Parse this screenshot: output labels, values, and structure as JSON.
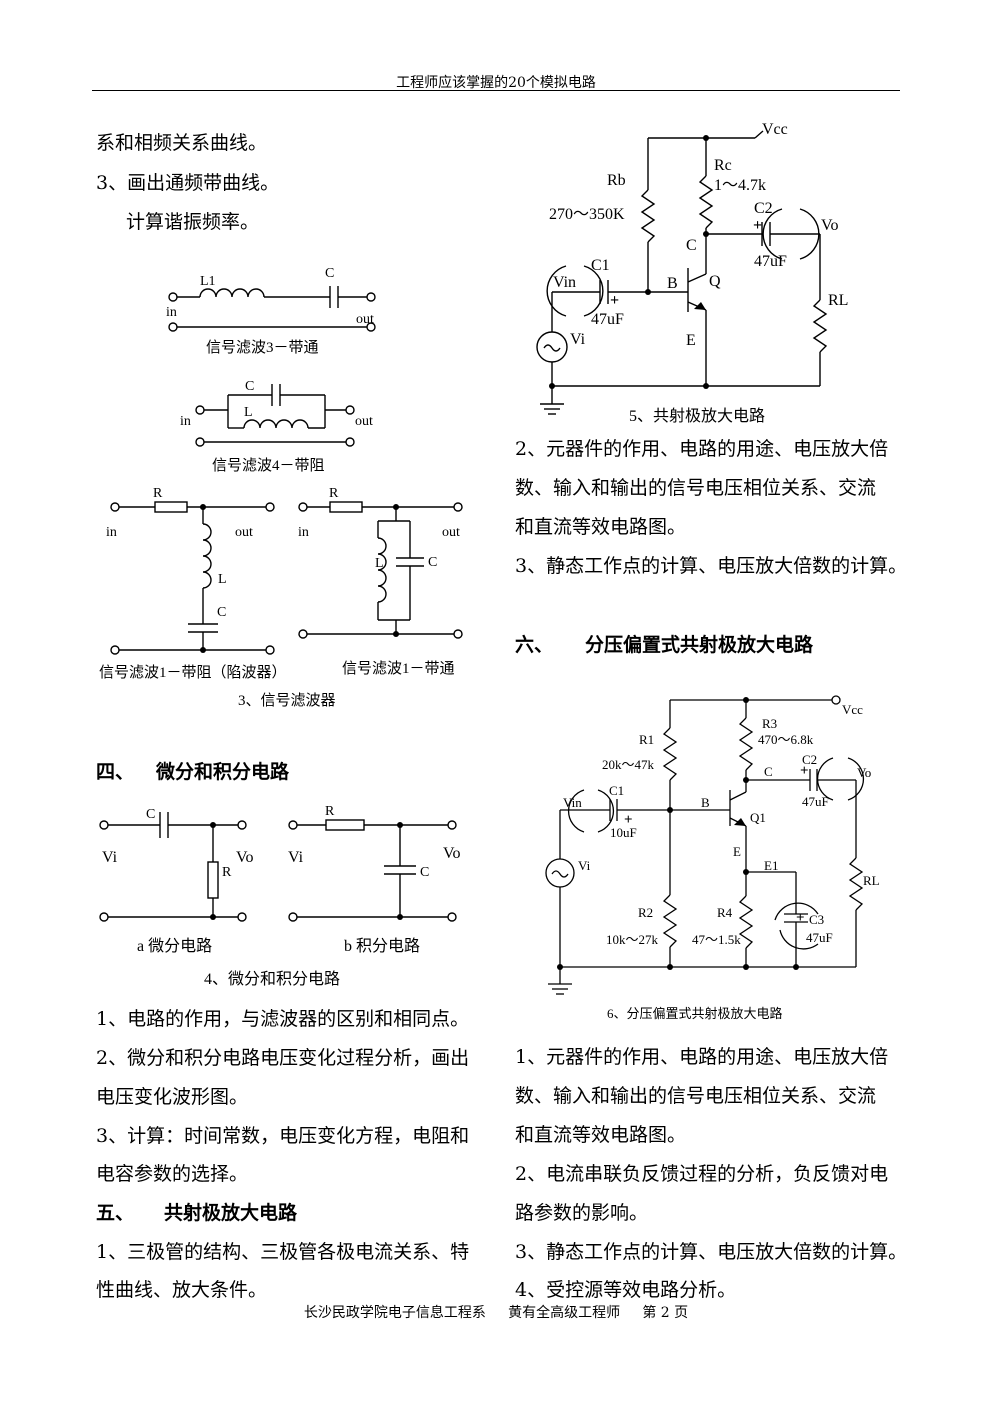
{
  "header": "工程师应该掌握的20个模拟电路",
  "left": {
    "p1": "系和相频关系曲线。",
    "p2": "3、画出通频带曲线。",
    "p3": "计算谐振频率。",
    "filters": {
      "f3_caption": "信号滤波3－带通",
      "f4_caption": "信号滤波4－带阻",
      "f1a_caption": "信号滤波1－带阻（陷波器）",
      "f1b_caption": "信号滤波1－带通",
      "figure_caption": "3、信号滤波器",
      "lbl_L1": "L1",
      "lbl_C": "C",
      "lbl_L": "L",
      "lbl_R": "R",
      "lbl_in": "in",
      "lbl_out": "out"
    },
    "sec4": {
      "num": "四、",
      "title": "微分和积分电路"
    },
    "diff": {
      "a_caption": "a 微分电路",
      "b_caption": "b 积分电路",
      "figure_caption": "4、微分和积分电路",
      "lbl_vi": "Vi",
      "lbl_vo": "Vo",
      "lbl_C": "C",
      "lbl_R": "R"
    },
    "s4_p1": "1、电路的作用，与滤波器的区别和相同点。",
    "s4_p2a": "2、微分和积分电路电压变化过程分析，画出",
    "s4_p2b": "电压变化波形图。",
    "s4_p3a": "3、计算：时间常数，电压变化方程，电阻和",
    "s4_p3b": "电容参数的选择。",
    "sec5": {
      "num": "五、",
      "title": "共射极放大电路"
    },
    "s5_p1a": "1、三极管的结构、三极管各极电流关系、特",
    "s5_p1b": "性曲线、放大条件。"
  },
  "right": {
    "ce": {
      "vcc": "Vcc",
      "rc": "Rc",
      "rc_val": "1～4.7k",
      "rb": "Rb",
      "rb_val": "270～350K",
      "c2": "C2",
      "c2_val": "47uF",
      "vo": "Vo",
      "c": "C",
      "c1": "C1",
      "vin": "Vin",
      "b": "B",
      "q": "Q",
      "c1_val": "47uF",
      "rl": "RL",
      "vi": "Vi",
      "e": "E",
      "caption": "5、共射极放大电路"
    },
    "s5_p2a": "2、元器件的作用、电路的用途、电压放大倍",
    "s5_p2b": "数、输入和输出的信号电压相位关系、交流",
    "s5_p2c": "和直流等效电路图。",
    "s5_p3": "3、静态工作点的计算、电压放大倍数的计算。",
    "sec6": {
      "num": "六、",
      "title": "分压偏置式共射极放大电路"
    },
    "vd": {
      "vcc": "Vcc",
      "r3": "R3",
      "r3_val": "470～6.8k",
      "r1": "R1",
      "r1_val": "20k～47k",
      "c2": "C2",
      "vo": "Vo",
      "c": "C",
      "c2_val": "47uF",
      "vin": "Vin",
      "c1": "C1",
      "b": "B",
      "q1": "Q1",
      "c1_val": "10uF",
      "vi": "Vi",
      "e": "E",
      "e1": "E1",
      "rl": "RL",
      "r2": "R2",
      "r2_val": "10k～27k",
      "r4": "R4",
      "r4_val": "47～1.5k",
      "c3": "C3",
      "c3_val": "47uF",
      "caption": "6、分压偏置式共射极放大电路"
    },
    "s6_p1a": "1、元器件的作用、电路的用途、电压放大倍",
    "s6_p1b": "数、输入和输出的信号电压相位关系、交流",
    "s6_p1c": "和直流等效电路图。",
    "s6_p2a": "2、电流串联负反馈过程的分析，负反馈对电",
    "s6_p2b": "路参数的影响。",
    "s6_p3": "3、静态工作点的计算、电压放大倍数的计算。",
    "s6_p4": "4、受控源等效电路分析。"
  },
  "footer": "长沙民政学院电子信息工程系     黄有全高级工程师     第 2 页"
}
